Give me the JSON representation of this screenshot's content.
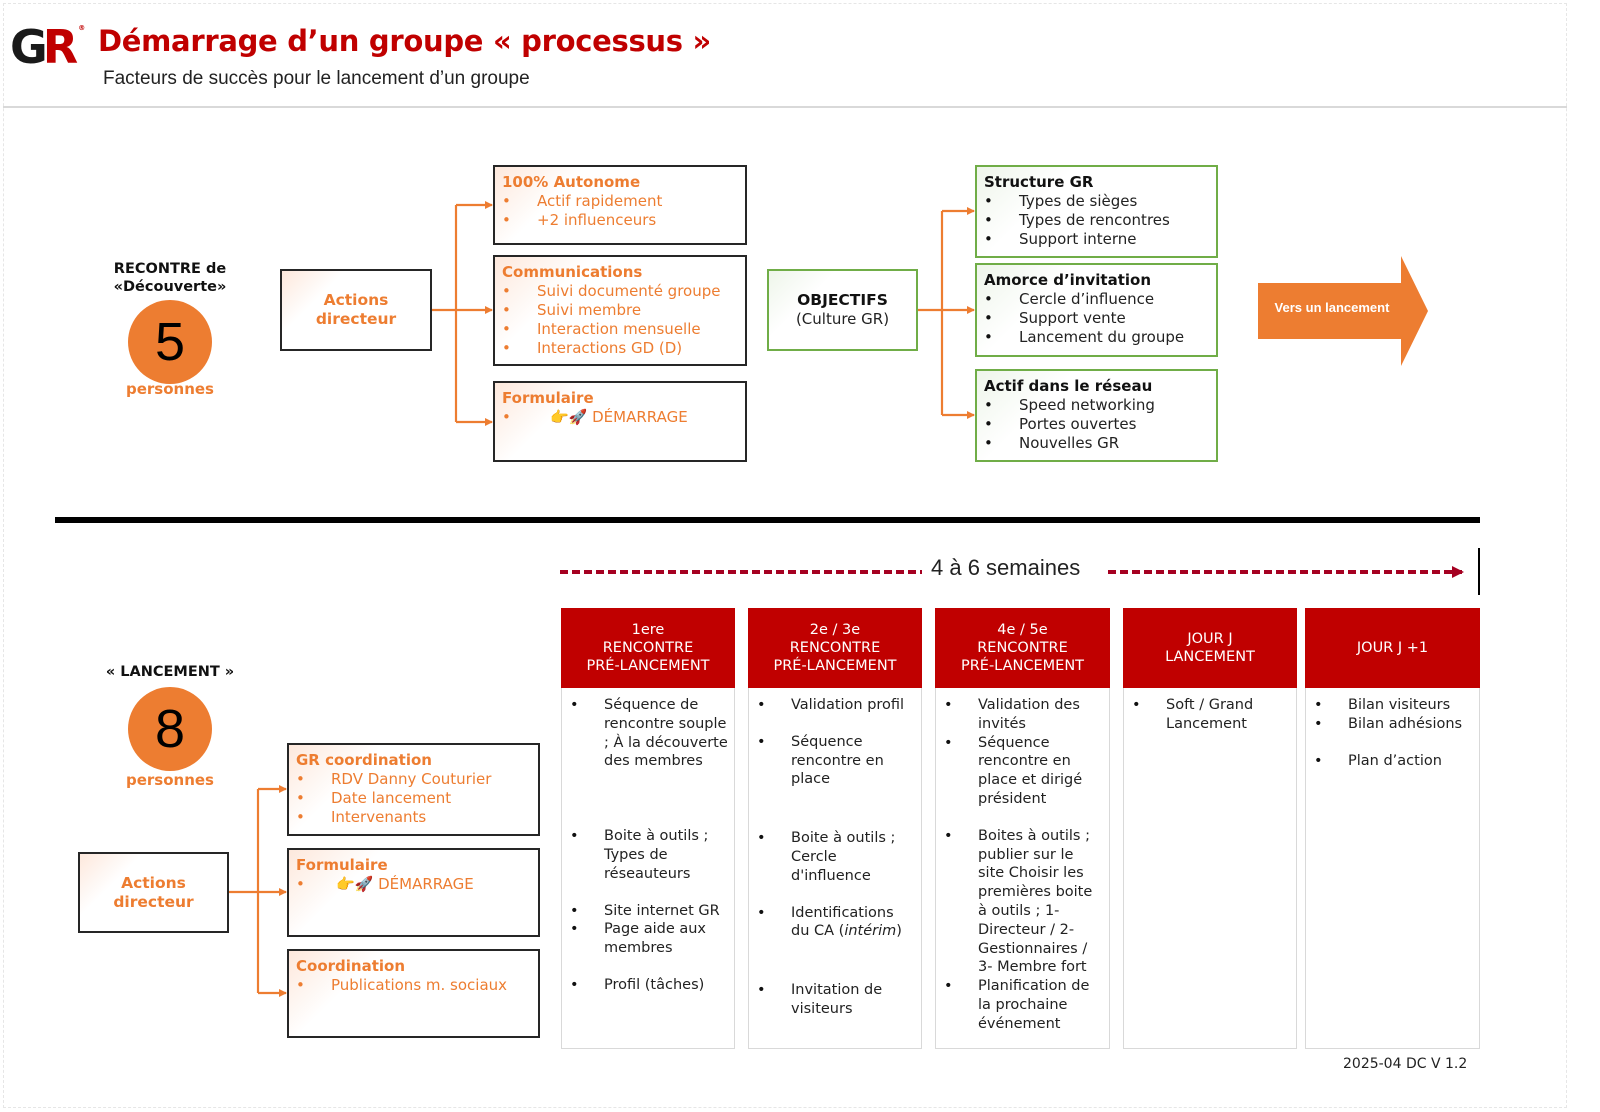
{
  "header": {
    "logo": {
      "left": "G",
      "right": "R",
      "mark": "®"
    },
    "title": "Démarrage d’un groupe « processus »",
    "subtitle": "Facteurs de succès pour le lancement d’un groupe"
  },
  "colors": {
    "brand_red": "#c00000",
    "accent_orange": "#ed7d31",
    "green_border": "#70ad47",
    "timeline_dash": "#a50021"
  },
  "discovery": {
    "label_line1": "RECONTRE de",
    "label_line2": "«Découverte»",
    "count": "5",
    "count_unit": "personnes",
    "actions_box": {
      "line1": "Actions",
      "line2": "directeur"
    },
    "action_items": [
      {
        "title": "100% Autonome",
        "bullets": [
          "Actif rapidement",
          "+2 influenceurs"
        ]
      },
      {
        "title": "Communications",
        "bullets": [
          "Suivi documenté groupe",
          "Suivi membre",
          "Interaction mensuelle",
          "Interactions GD (D)"
        ]
      },
      {
        "title": "Formulaire",
        "bullets": [
          "👉🚀 DÉMARRAGE"
        ]
      }
    ],
    "objectives_box": {
      "title": "OBJECTIFS",
      "subtitle": "(Culture GR)"
    },
    "objective_items": [
      {
        "title": "Structure GR",
        "bullets": [
          "Types de sièges",
          "Types de rencontres",
          "Support interne"
        ]
      },
      {
        "title": "Amorce d’invitation",
        "bullets": [
          "Cercle d’influence",
          "Support vente",
          "Lancement du groupe"
        ]
      },
      {
        "title": "Actif dans le réseau",
        "bullets": [
          "Speed networking",
          "Portes ouvertes",
          "Nouvelles GR"
        ]
      }
    ],
    "next_arrow": "Vers un lancement"
  },
  "launch": {
    "label": "« LANCEMENT »",
    "count": "8",
    "count_unit": "personnes",
    "actions_box": {
      "line1": "Actions",
      "line2": "directeur"
    },
    "action_items": [
      {
        "title": "GR coordination",
        "bullets": [
          "RDV Danny Couturier",
          "Date lancement",
          "Intervenants"
        ]
      },
      {
        "title": "Formulaire",
        "bullets": [
          "👉🚀 DÉMARRAGE"
        ]
      },
      {
        "title": "Coordination",
        "bullets": [
          "Publications m. sociaux"
        ]
      }
    ]
  },
  "timeline": {
    "duration": "4 à 6 semaines",
    "phases": [
      {
        "header": [
          "1ere",
          "RENCONTRE",
          "PRÉ-LANCEMENT"
        ],
        "items": [
          "Séquence de rencontre souple ; À la découverte des membres",
          "Boite à outils ; Types de réseauteurs",
          "Site internet GR",
          "Page aide aux membres",
          "Profil (tâches)"
        ]
      },
      {
        "header": [
          "2e / 3e",
          "RENCONTRE",
          "PRÉ-LANCEMENT"
        ],
        "items": [
          "Validation profil",
          "Séquence rencontre en place",
          "Boite à outils ; Cercle d'influence",
          "Identifications du CA (",
          "intérim",
          ")",
          "Invitation de visiteurs"
        ]
      },
      {
        "header": [
          "4e / 5e",
          "RENCONTRE",
          "PRÉ-LANCEMENT"
        ],
        "items": [
          "Validation des invités",
          "Séquence rencontre en place et dirigé président",
          "Boites à outils ; publier sur le site Choisir les premières boite à outils ; 1- Directeur /  2- Gestionnaires / 3- Membre fort",
          "Planification de la prochaine événement"
        ]
      },
      {
        "header": [
          "JOUR J",
          "LANCEMENT"
        ],
        "items": [
          "Soft / Grand Lancement"
        ]
      },
      {
        "header": [
          "JOUR J +1"
        ],
        "items": [
          "Bilan visiteurs",
          "Bilan adhésions",
          "Plan  d’action"
        ]
      }
    ]
  },
  "footer": {
    "version": "2025-04 DC V 1.2"
  }
}
